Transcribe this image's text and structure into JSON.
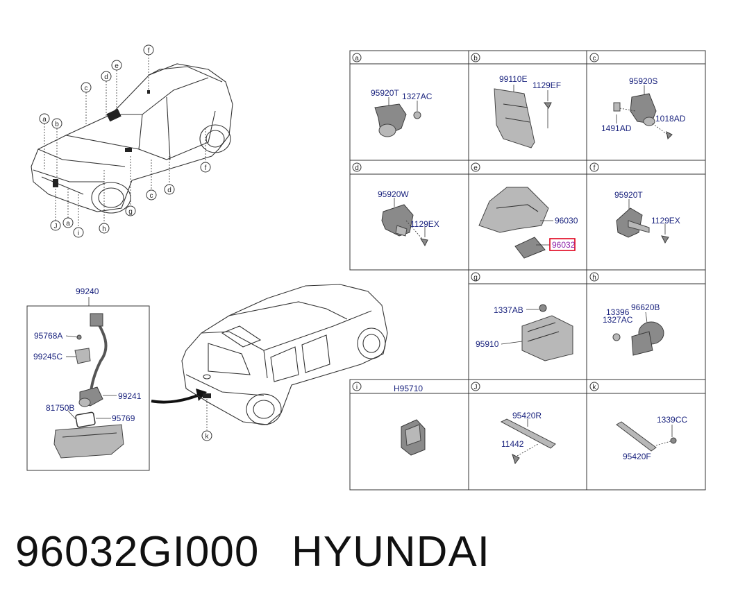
{
  "footer": {
    "part_number": "96032GI000",
    "brand": "HYUNDAI"
  },
  "highlight_color": "#e0001b",
  "label_color": "#1a237e",
  "panels": [
    {
      "id": "a",
      "parts": [
        "95920T",
        "1327AC"
      ]
    },
    {
      "id": "b",
      "parts": [
        "99110E",
        "1129EF"
      ]
    },
    {
      "id": "c",
      "parts": [
        "95920S",
        "1491AD",
        "1018AD"
      ]
    },
    {
      "id": "d",
      "parts": [
        "95920W",
        "1129EX"
      ]
    },
    {
      "id": "e",
      "parts": [
        "96030",
        "96032"
      ],
      "highlighted": "96032"
    },
    {
      "id": "f",
      "parts": [
        "95920T",
        "1129EX"
      ]
    },
    {
      "id": "g",
      "parts": [
        "1337AB",
        "95910"
      ]
    },
    {
      "id": "h",
      "parts": [
        "13396",
        "96620B",
        "1327AC"
      ]
    },
    {
      "id": "i",
      "parts": [
        "H95710"
      ]
    },
    {
      "id": "J",
      "parts": [
        "95420R",
        "11442"
      ]
    },
    {
      "id": "k",
      "parts": [
        "95420F",
        "1339CC"
      ]
    }
  ],
  "camera_box": {
    "title": "99240",
    "parts": [
      "95768A",
      "99245C",
      "99241",
      "81750B",
      "95769"
    ]
  },
  "front_car_callouts": [
    "a",
    "b",
    "c",
    "d",
    "e",
    "f",
    "f",
    "c",
    "d",
    "g",
    "h",
    "J",
    "a",
    "i"
  ],
  "rear_car_callouts": [
    "k"
  ]
}
